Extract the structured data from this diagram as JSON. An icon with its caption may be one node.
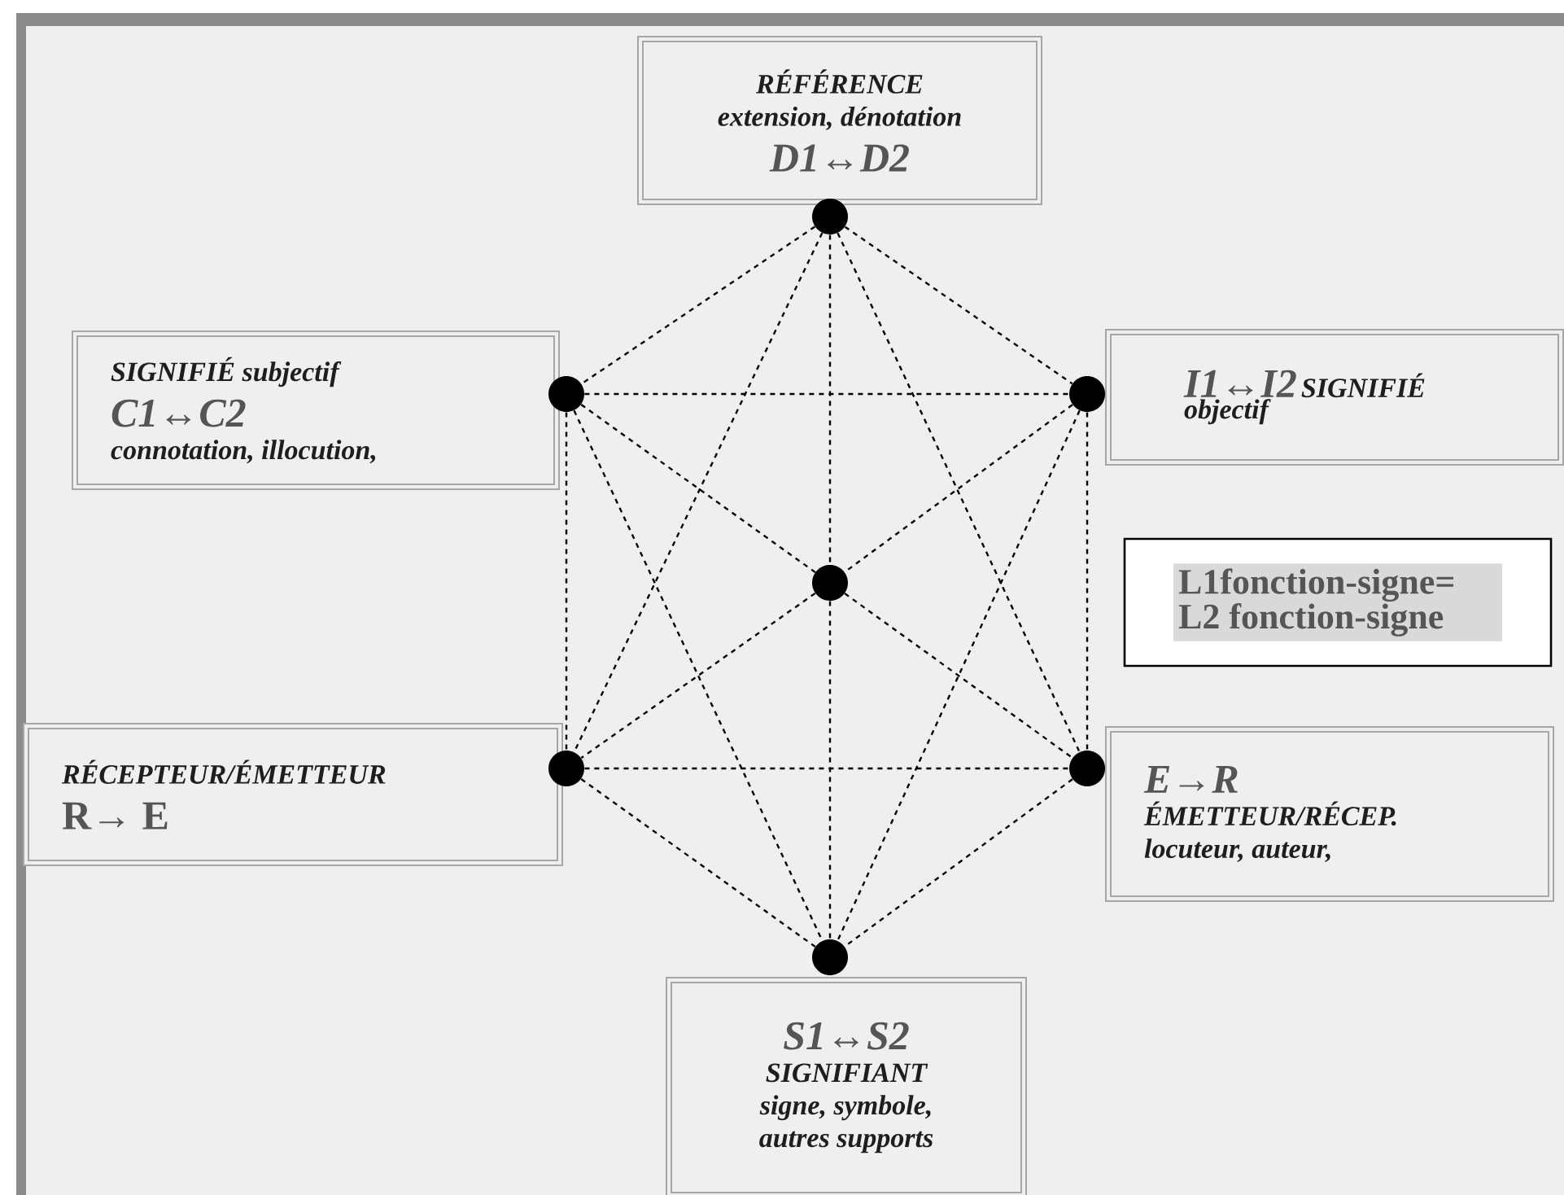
{
  "diagram": {
    "nodes": [
      {
        "text": [
          "RÉFÉRENCE",
          "extension, dénotation",
          "D1↔D2"
        ]
      },
      {
        "text": [
          "SIGNIFIÉ subjectif",
          "C1↔C2",
          "connotation, illocution,"
        ]
      },
      {
        "text": [
          "I1↔I2",
          "SIGNIFIÉ objectif"
        ]
      },
      {
        "text": [
          "L1fonction-signe= L2 fonction-signe"
        ]
      },
      {
        "text": [
          "RÉCEPTEUR/ÉMETTEUR",
          "R→ E"
        ]
      },
      {
        "text": [
          "E→R",
          "ÉMETTEUR/RÉCEP.",
          "locuteur, auteur,"
        ]
      },
      {
        "text": [
          "S1↔S2",
          "SIGNIFIANT",
          "signe, symbole, autres supports"
        ]
      },
      {
        "text": [],
        "shape": "circle"
      },
      {
        "text": [],
        "shape": "circle"
      },
      {
        "text": [],
        "shape": "circle"
      },
      {
        "text": [],
        "shape": "circle"
      },
      {
        "text": [],
        "shape": "circle"
      },
      {
        "text": [],
        "shape": "circle"
      },
      {
        "text": [],
        "shape": "circle"
      }
    ],
    "edges": [
      {
        "from": 7,
        "to": 8,
        "arrow": "none",
        "style": "dashed"
      },
      {
        "from": 7,
        "to": 9,
        "arrow": "none",
        "style": "dashed"
      },
      {
        "from": 7,
        "to": 10,
        "arrow": "none",
        "style": "dashed"
      },
      {
        "from": 7,
        "to": 11,
        "arrow": "none",
        "style": "dashed"
      },
      {
        "from": 7,
        "to": 12,
        "arrow": "none",
        "style": "dashed"
      },
      {
        "from": 8,
        "to": 9,
        "arrow": "none",
        "style": "dashed"
      },
      {
        "from": 8,
        "to": 10,
        "arrow": "none",
        "style": "dashed"
      },
      {
        "from": 8,
        "to": 11,
        "arrow": "none",
        "style": "dashed"
      },
      {
        "from": 8,
        "to": 13,
        "arrow": "none",
        "style": "dashed"
      },
      {
        "from": 9,
        "to": 10,
        "arrow": "none",
        "style": "dashed"
      },
      {
        "from": 9,
        "to": 12,
        "arrow": "none",
        "style": "dashed"
      },
      {
        "from": 9,
        "to": 13,
        "arrow": "none",
        "style": "dashed"
      },
      {
        "from": 10,
        "to": 11,
        "arrow": "none",
        "style": "dashed"
      },
      {
        "from": 10,
        "to": 12,
        "arrow": "none",
        "style": "dashed"
      },
      {
        "from": 10,
        "to": 13,
        "arrow": "none",
        "style": "dashed"
      },
      {
        "from": 11,
        "to": 12,
        "arrow": "none",
        "style": "dashed"
      },
      {
        "from": 11,
        "to": 13,
        "arrow": "none",
        "style": "dashed"
      },
      {
        "from": 12,
        "to": 13,
        "arrow": "none",
        "style": "dashed"
      }
    ]
  }
}
